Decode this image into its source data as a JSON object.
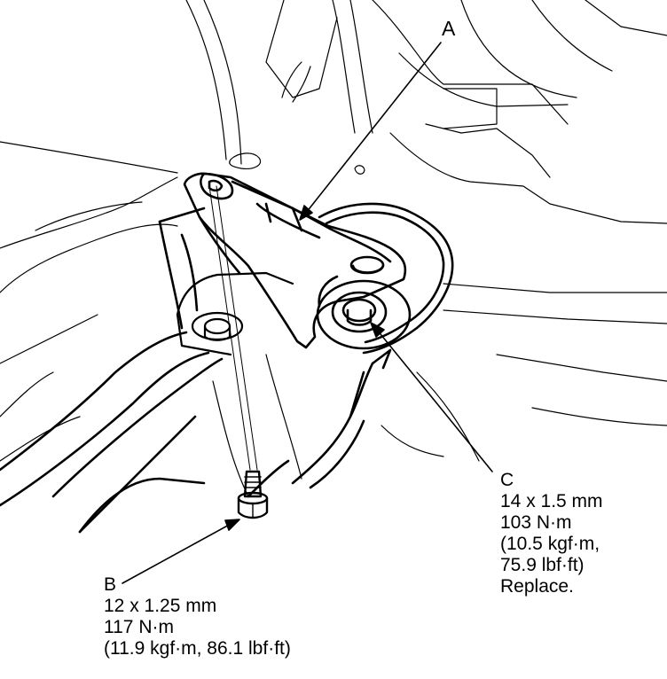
{
  "callouts": {
    "a": {
      "letter": "A"
    },
    "b": {
      "letter": "B",
      "size": "12 x 1.25 mm",
      "torque_nm": "117 N·m",
      "torque_alt": "(11.9 kgf·m, 86.1 lbf·ft)"
    },
    "c": {
      "letter": "C",
      "size": "14 x 1.5 mm",
      "torque_nm": "103 N·m",
      "torque_alt_1": "(10.5 kgf·m,",
      "torque_alt_2": "75.9 lbf·ft)",
      "note": "Replace."
    }
  },
  "colors": {
    "ink": "#000000",
    "paper": "#ffffff"
  }
}
